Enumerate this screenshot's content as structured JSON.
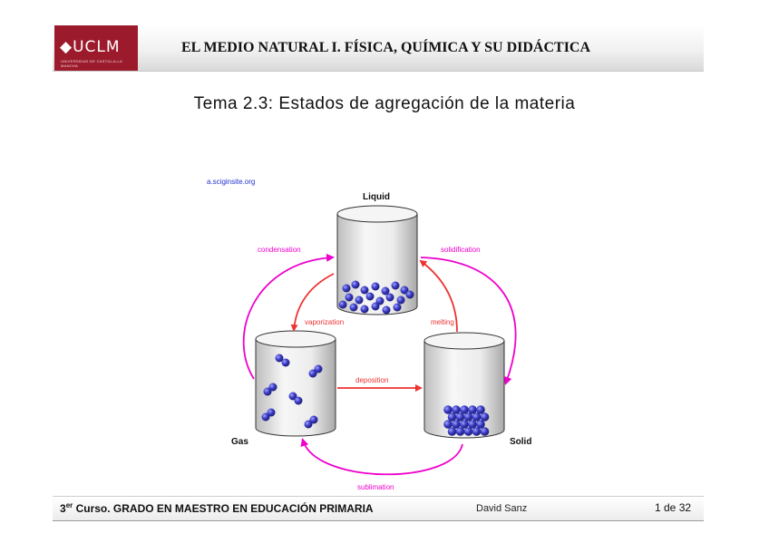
{
  "header": {
    "logo_text": "UCLM",
    "logo_subtext": "UNIVERSIDAD DE CASTILLA-LA MANCHA",
    "title": "EL MEDIO NATURAL I. FÍSICA, QUÍMICA Y SU DIDÁCTICA"
  },
  "slide": {
    "title": "Tema 2.3: Estados de agregación de la materia"
  },
  "diagram": {
    "source": "a.sciginsite.org",
    "states": {
      "liquid": "Liquid",
      "gas": "Gas",
      "solid": "Solid"
    },
    "transitions": {
      "condensation": "condensation",
      "solidification": "solidification",
      "vaporization": "vaporization",
      "melting": "melting",
      "deposition": "deposition",
      "sublimation": "sublimation"
    },
    "colors": {
      "arrow_red": "#ee3333",
      "arrow_magenta": "#ee00cc",
      "particle": "#3b3bc4"
    }
  },
  "footer": {
    "course_ordinal": "3",
    "course_sup": "er",
    "course_text": " Curso. GRADO EN MAESTRO EN EDUCACIÓN PRIMARIA",
    "author": "David Sanz",
    "page": "1 de 32"
  }
}
